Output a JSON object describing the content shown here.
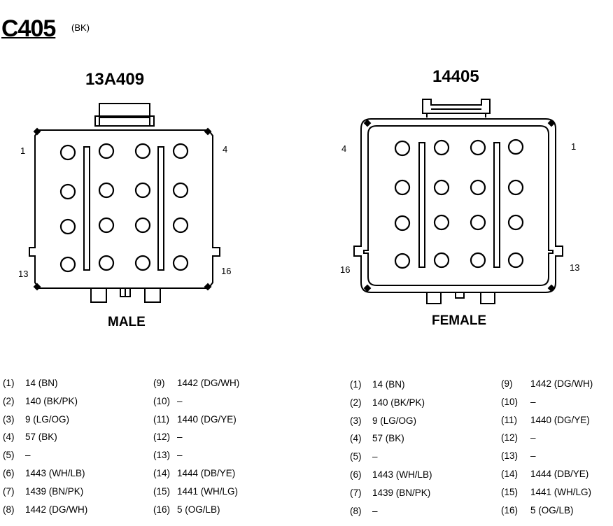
{
  "connector": {
    "id": "C405",
    "color": "(BK)"
  },
  "male": {
    "part_number": "13A409",
    "label": "MALE",
    "corner_labels": {
      "top_left": "1",
      "top_right": "4",
      "bottom_left": "13",
      "bottom_right": "16"
    },
    "pins_left": [
      {
        "num": "(1)",
        "circuit": "14 (BN)"
      },
      {
        "num": "(2)",
        "circuit": "140 (BK/PK)"
      },
      {
        "num": "(3)",
        "circuit": "9 (LG/OG)"
      },
      {
        "num": "(4)",
        "circuit": "57 (BK)"
      },
      {
        "num": "(5)",
        "circuit": "–"
      },
      {
        "num": "(6)",
        "circuit": "1443 (WH/LB)"
      },
      {
        "num": "(7)",
        "circuit": "1439 (BN/PK)"
      },
      {
        "num": "(8)",
        "circuit": "1442 (DG/WH)"
      }
    ],
    "pins_right": [
      {
        "num": "(9)",
        "circuit": "1442 (DG/WH)"
      },
      {
        "num": "(10)",
        "circuit": "–"
      },
      {
        "num": "(11)",
        "circuit": "1440 (DG/YE)"
      },
      {
        "num": "(12)",
        "circuit": "–"
      },
      {
        "num": "(13)",
        "circuit": "–"
      },
      {
        "num": "(14)",
        "circuit": "1444 (DB/YE)"
      },
      {
        "num": "(15)",
        "circuit": "1441 (WH/LG)"
      },
      {
        "num": "(16)",
        "circuit": "5 (OG/LB)"
      }
    ]
  },
  "female": {
    "part_number": "14405",
    "label": "FEMALE",
    "corner_labels": {
      "top_left": "4",
      "top_right": "1",
      "bottom_left": "16",
      "bottom_right": "13"
    },
    "pins_left": [
      {
        "num": "(1)",
        "circuit": "14 (BN)"
      },
      {
        "num": "(2)",
        "circuit": "140 (BK/PK)"
      },
      {
        "num": "(3)",
        "circuit": "9 (LG/OG)"
      },
      {
        "num": "(4)",
        "circuit": "57 (BK)"
      },
      {
        "num": "(5)",
        "circuit": "–"
      },
      {
        "num": "(6)",
        "circuit": "1443 (WH/LB)"
      },
      {
        "num": "(7)",
        "circuit": "1439 (BN/PK)"
      },
      {
        "num": "(8)",
        "circuit": "–"
      }
    ],
    "pins_right": [
      {
        "num": "(9)",
        "circuit": "1442 (DG/WH)"
      },
      {
        "num": "(10)",
        "circuit": "–"
      },
      {
        "num": "(11)",
        "circuit": "1440 (DG/YE)"
      },
      {
        "num": "(12)",
        "circuit": "–"
      },
      {
        "num": "(13)",
        "circuit": "–"
      },
      {
        "num": "(14)",
        "circuit": "1444 (DB/YE)"
      },
      {
        "num": "(15)",
        "circuit": "1441 (WH/LG)"
      },
      {
        "num": "(16)",
        "circuit": "5 (OG/LB)"
      }
    ]
  }
}
